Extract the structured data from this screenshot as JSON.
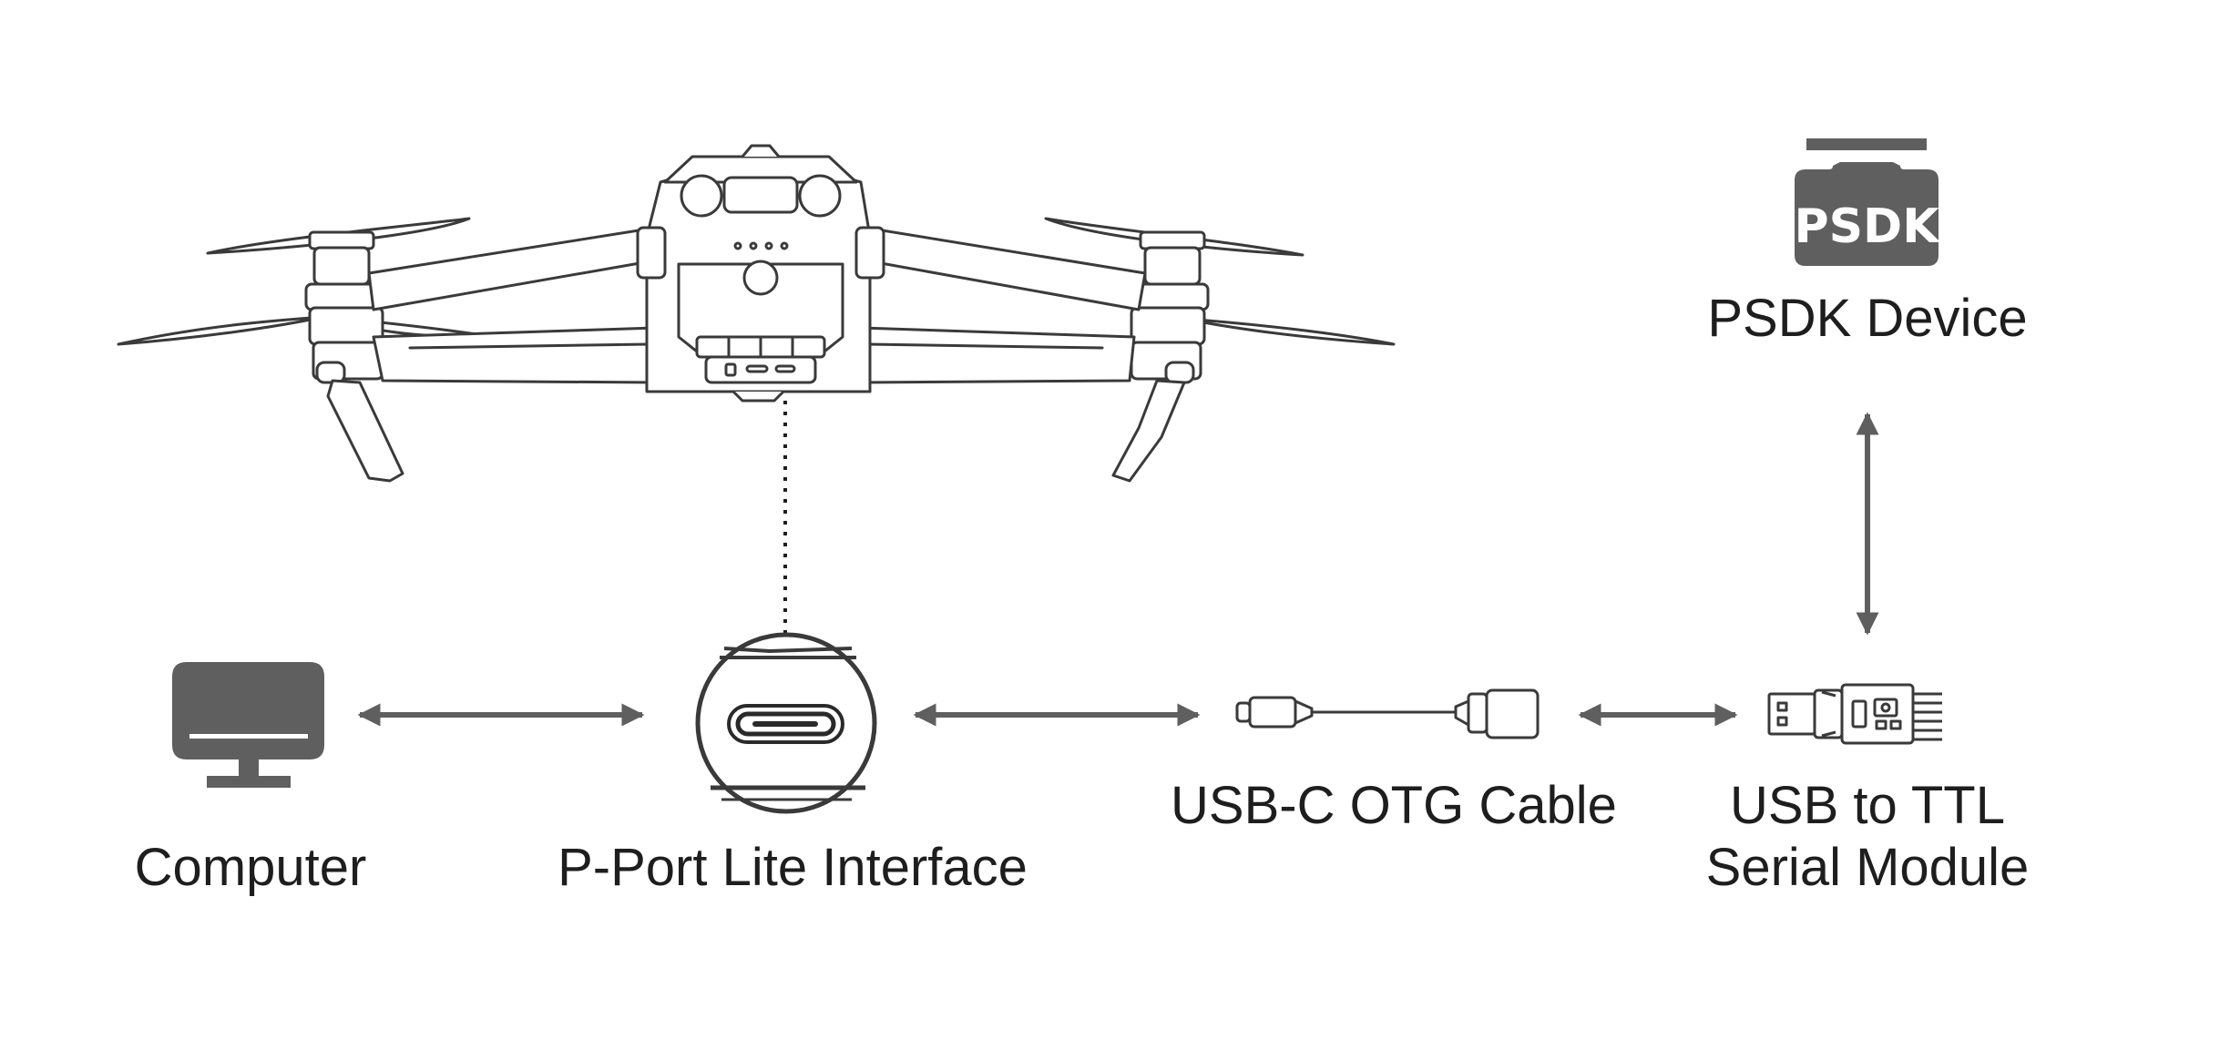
{
  "diagram": {
    "labels": {
      "computer": "Computer",
      "pport": "P-Port Lite Interface",
      "otg_cable": "USB-C OTG Cable",
      "serial_line1": "USB to TTL",
      "serial_line2": "Serial Module",
      "psdk_device": "PSDK Device",
      "psdk_badge": "PSDK"
    },
    "colors": {
      "icon": "#5f5f5f",
      "arrow": "#5f5f5f",
      "drawing_stroke": "#3a3a3a",
      "text": "#1e1e1e"
    },
    "icons": [
      "drone-icon",
      "monitor-icon",
      "usb-c-port-icon",
      "otg-cable-icon",
      "usb-ttl-module-icon",
      "psdk-device-icon"
    ]
  }
}
